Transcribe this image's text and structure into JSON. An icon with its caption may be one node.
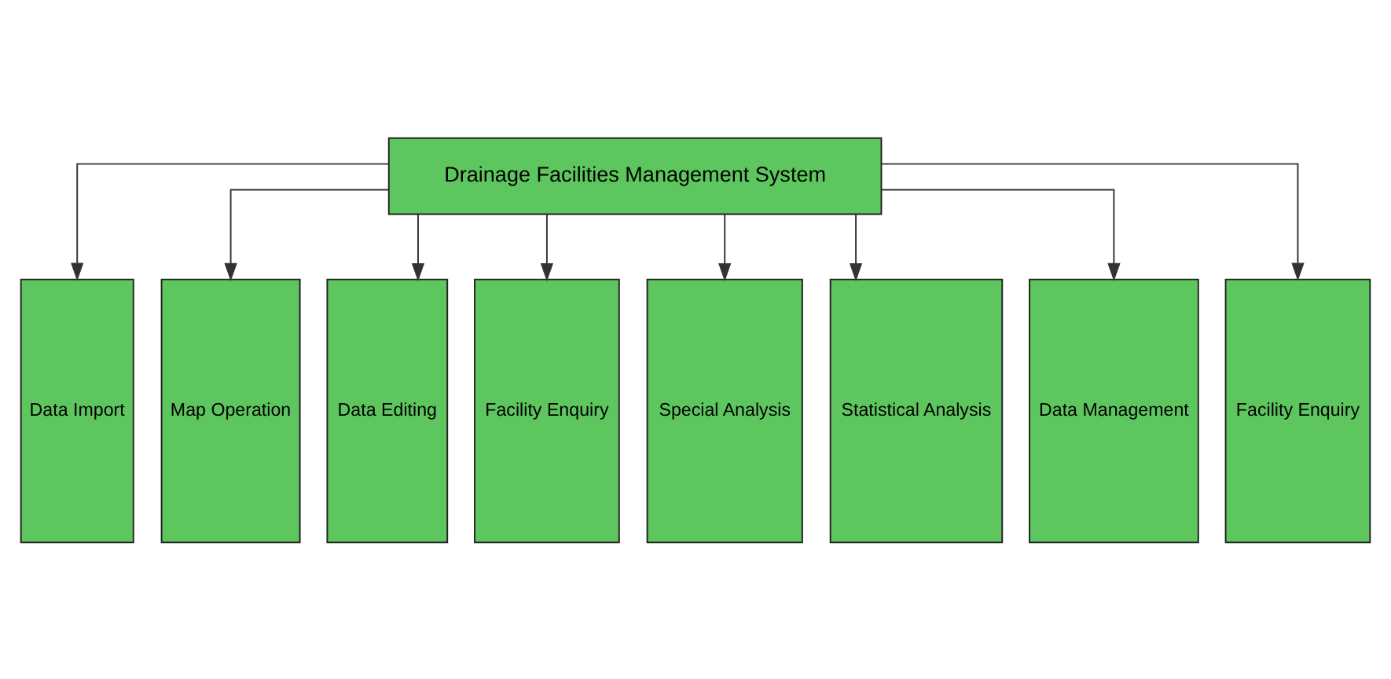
{
  "diagram": {
    "nodes": [
      {
        "text": [
          "Drainage Facilities Management System"
        ]
      },
      {
        "text": [
          "Data Import"
        ]
      },
      {
        "text": [
          "Map Operation"
        ]
      },
      {
        "text": [
          "Data Editing"
        ]
      },
      {
        "text": [
          "Facility Enquiry"
        ]
      },
      {
        "text": [
          "Special Analysis"
        ]
      },
      {
        "text": [
          "Statistical Analysis"
        ]
      },
      {
        "text": [
          "Data Management"
        ]
      },
      {
        "text": [
          "Facility Enquiry"
        ]
      }
    ],
    "edges": [
      {
        "from": 0,
        "to": 1,
        "arrow": "to"
      },
      {
        "from": 0,
        "to": 2,
        "arrow": "to"
      },
      {
        "from": 0,
        "to": 3,
        "arrow": "to"
      },
      {
        "from": 0,
        "to": 4,
        "arrow": "to"
      },
      {
        "from": 0,
        "to": 5,
        "arrow": "to"
      },
      {
        "from": 0,
        "to": 6,
        "arrow": "to"
      },
      {
        "from": 0,
        "to": 7,
        "arrow": "to"
      },
      {
        "from": 0,
        "to": 8,
        "arrow": "to"
      }
    ]
  }
}
